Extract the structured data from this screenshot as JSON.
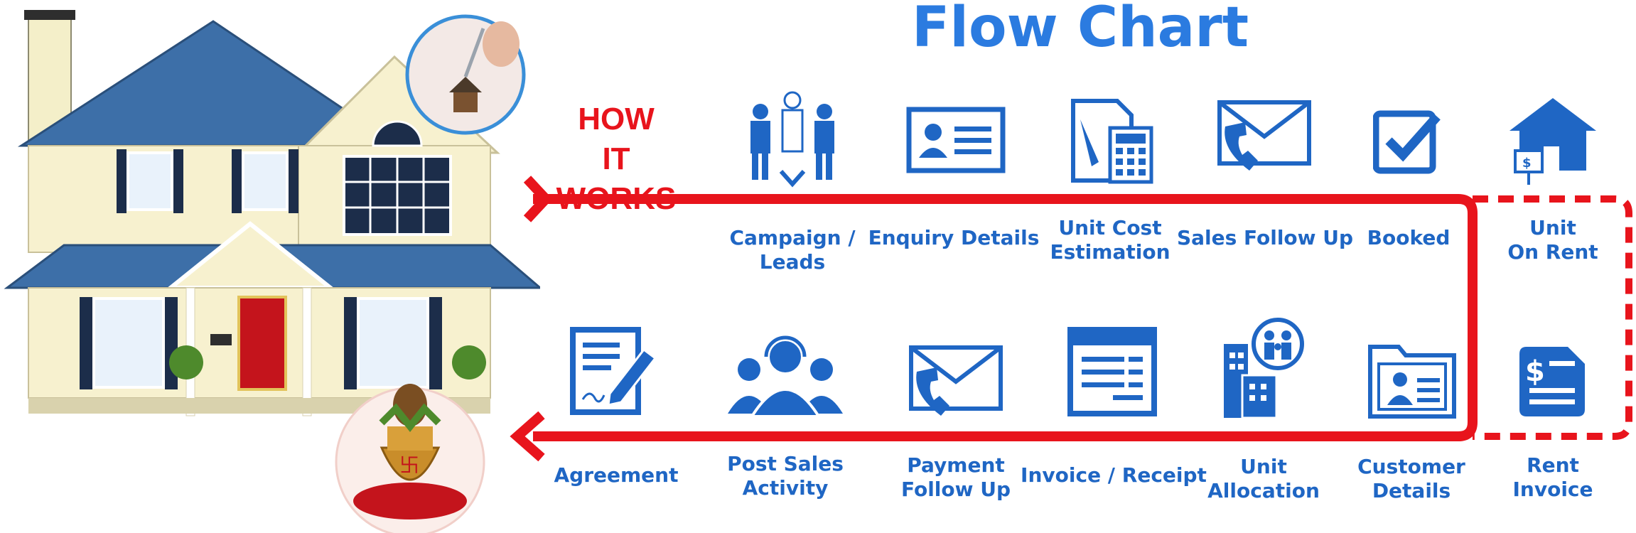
{
  "title": "Flow Chart",
  "intro": {
    "line1": "HOW",
    "line2": "IT WORKS"
  },
  "top_row": [
    {
      "label": "Campaign /\nLeads",
      "icon": "people-team-icon"
    },
    {
      "label": "Enquiry Details",
      "icon": "id-card-icon"
    },
    {
      "label": "Unit Cost\nEstimation",
      "icon": "calculator-document-icon"
    },
    {
      "label": "Sales Follow Up",
      "icon": "mail-phone-icon"
    },
    {
      "label": "Booked",
      "icon": "checkbox-icon"
    },
    {
      "label": "Unit\nOn Rent",
      "icon": "house-for-rent-icon"
    }
  ],
  "bottom_row": [
    {
      "label": "Agreement",
      "icon": "signed-document-icon"
    },
    {
      "label": "Post Sales\nActivity",
      "icon": "support-team-icon"
    },
    {
      "label": "Payment\nFollow Up",
      "icon": "mail-phone-icon"
    },
    {
      "label": "Invoice / Receipt",
      "icon": "invoice-window-icon"
    },
    {
      "label": "Unit\nAllocation",
      "icon": "building-family-icon"
    },
    {
      "label": "Customer\nDetails",
      "icon": "folder-profile-icon"
    },
    {
      "label": "Rent\nInvoice",
      "icon": "dollar-document-icon"
    }
  ],
  "colors": {
    "accent_blue": "#1f66c4",
    "title_blue": "#2b7be0",
    "flow_red": "#e8141c"
  }
}
